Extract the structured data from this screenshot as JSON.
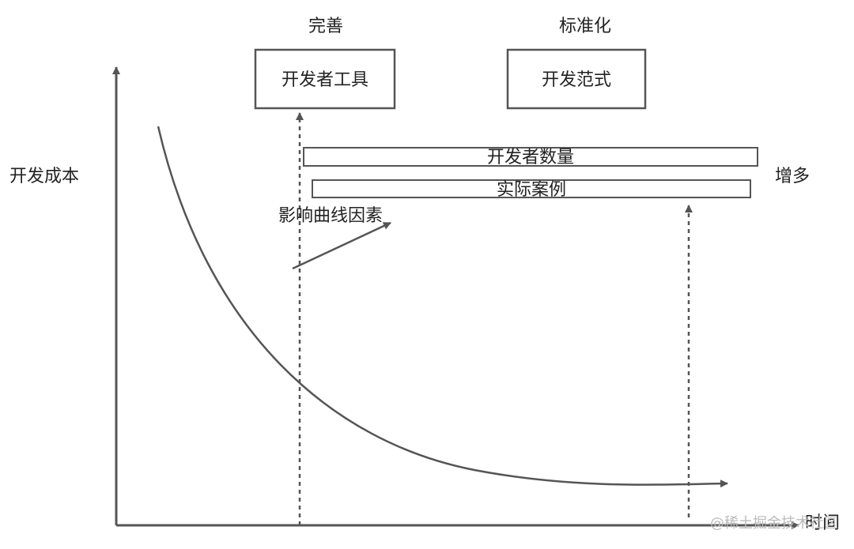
{
  "axes": {
    "y_label": "开发成本",
    "x_label": "时间"
  },
  "stages": {
    "left_heading": "完善",
    "left_box": "开发者工具",
    "right_heading": "标准化",
    "right_box": "开发范式"
  },
  "factors": {
    "bar_top": "开发者数量",
    "bar_bottom": "实际案例",
    "increase_label": "增多",
    "influence_label": "影响曲线因素"
  },
  "watermark": "@稀土掘金技术社区",
  "colors": {
    "line": "#555555",
    "text": "#222222",
    "watermark": "#bbbbbb"
  }
}
